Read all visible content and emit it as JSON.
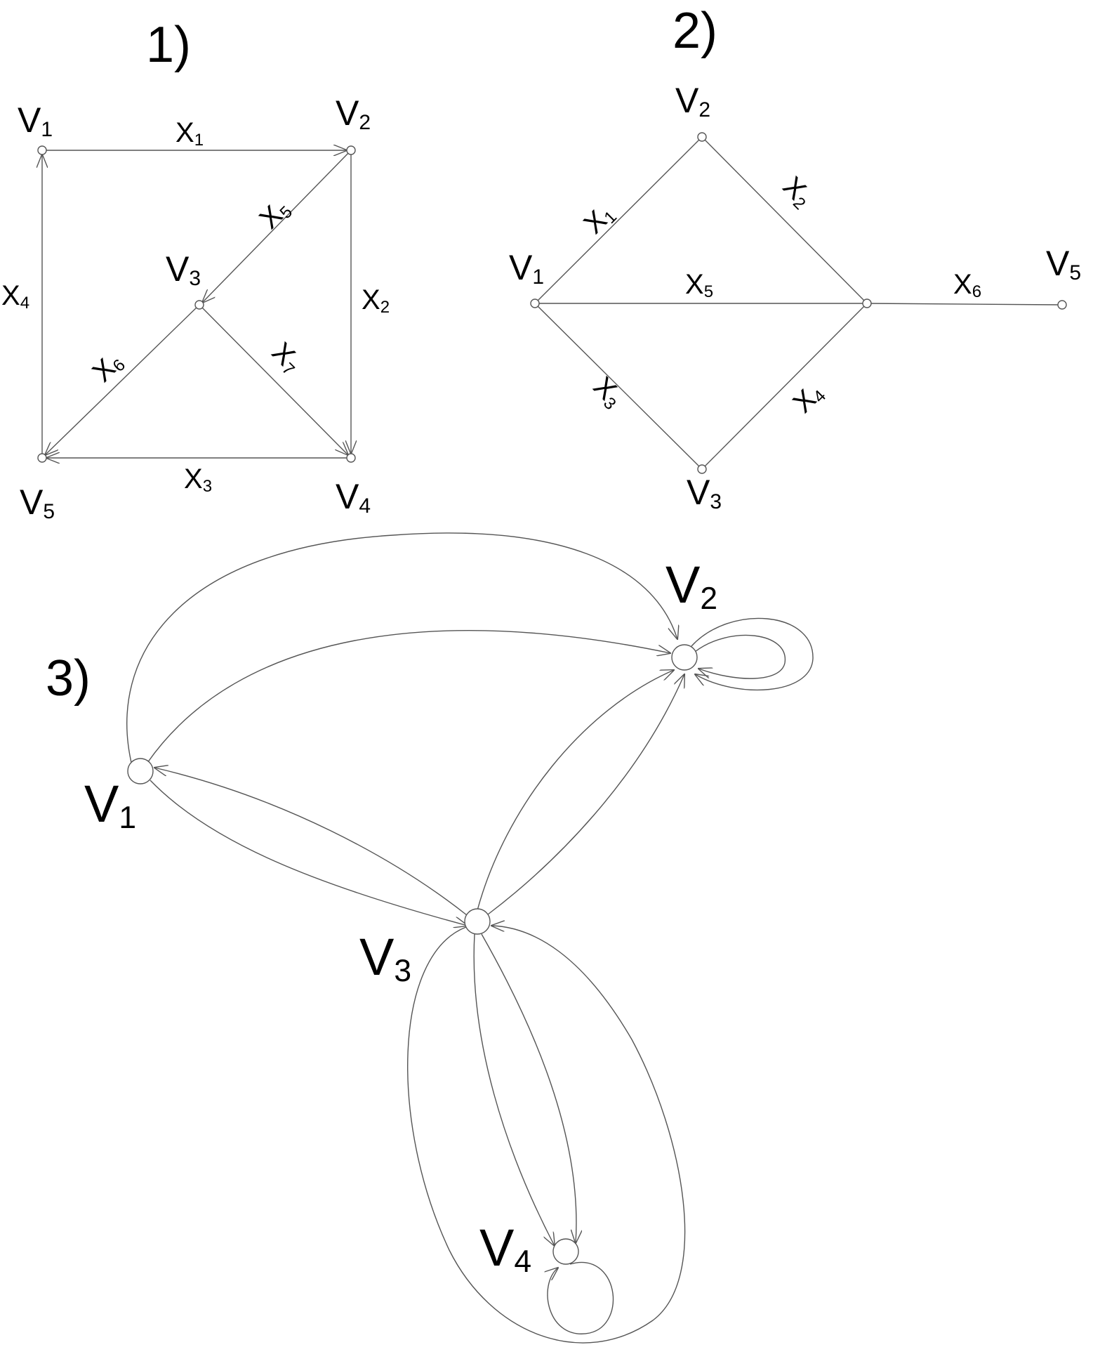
{
  "diagram1": {
    "number": "1)",
    "vertices": [
      {
        "letter": "V",
        "sub": "1"
      },
      {
        "letter": "V",
        "sub": "2"
      },
      {
        "letter": "V",
        "sub": "3"
      },
      {
        "letter": "V",
        "sub": "4"
      },
      {
        "letter": "V",
        "sub": "5"
      }
    ],
    "edges": [
      {
        "letter": "X",
        "sub": "1"
      },
      {
        "letter": "X",
        "sub": "2"
      },
      {
        "letter": "X",
        "sub": "3"
      },
      {
        "letter": "X",
        "sub": "4"
      },
      {
        "letter": "X",
        "sub": "5"
      },
      {
        "letter": "X",
        "sub": "6"
      },
      {
        "letter": "X",
        "sub": "7"
      }
    ]
  },
  "diagram2": {
    "number": "2)",
    "vertices": [
      {
        "letter": "V",
        "sub": "1"
      },
      {
        "letter": "V",
        "sub": "2"
      },
      {
        "letter": "V",
        "sub": "3"
      },
      {
        "letter": "V",
        "sub": "5"
      }
    ],
    "edges": [
      {
        "letter": "X",
        "sub": "1"
      },
      {
        "letter": "X",
        "sub": "2"
      },
      {
        "letter": "X",
        "sub": "3"
      },
      {
        "letter": "X",
        "sub": "4"
      },
      {
        "letter": "X",
        "sub": "5"
      },
      {
        "letter": "X",
        "sub": "6"
      }
    ]
  },
  "diagram3": {
    "number": "3)",
    "vertices": [
      {
        "letter": "V",
        "sub": "1"
      },
      {
        "letter": "V",
        "sub": "2"
      },
      {
        "letter": "V",
        "sub": "3"
      },
      {
        "letter": "V",
        "sub": "4"
      }
    ]
  }
}
